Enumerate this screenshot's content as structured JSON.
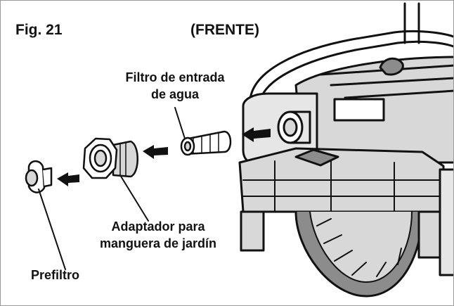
{
  "figure": {
    "number": "Fig. 21",
    "view_label": "(FRENTE)"
  },
  "callouts": {
    "water_inlet_filter": {
      "line1": "Filtro de entrada",
      "line2": "de agua"
    },
    "garden_hose_adapter": {
      "line1": "Adaptador para",
      "line2": "manguera de jardín"
    },
    "prefilter": {
      "text": "Prefiltro"
    }
  },
  "colors": {
    "ink": "#111111",
    "body_gray": "#d8d8d8",
    "dark_gray": "#8c8c8c",
    "frame_border": "#9a9a9a"
  }
}
